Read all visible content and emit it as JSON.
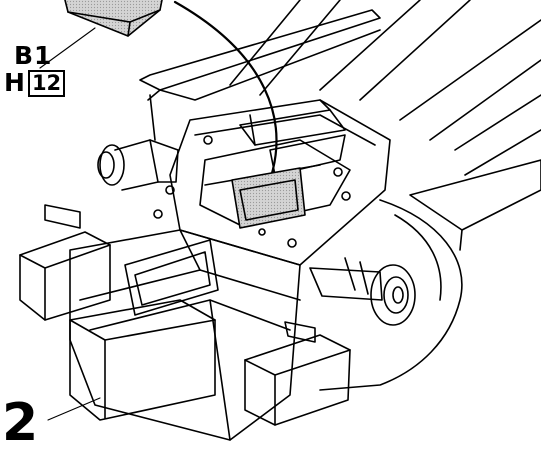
{
  "part_label": "B1",
  "position_prefix": "H",
  "position_number": "12",
  "step_number": "2",
  "colors": {
    "line": "#000000",
    "background": "#ffffff",
    "part_fill": "#c8c8c8"
  }
}
